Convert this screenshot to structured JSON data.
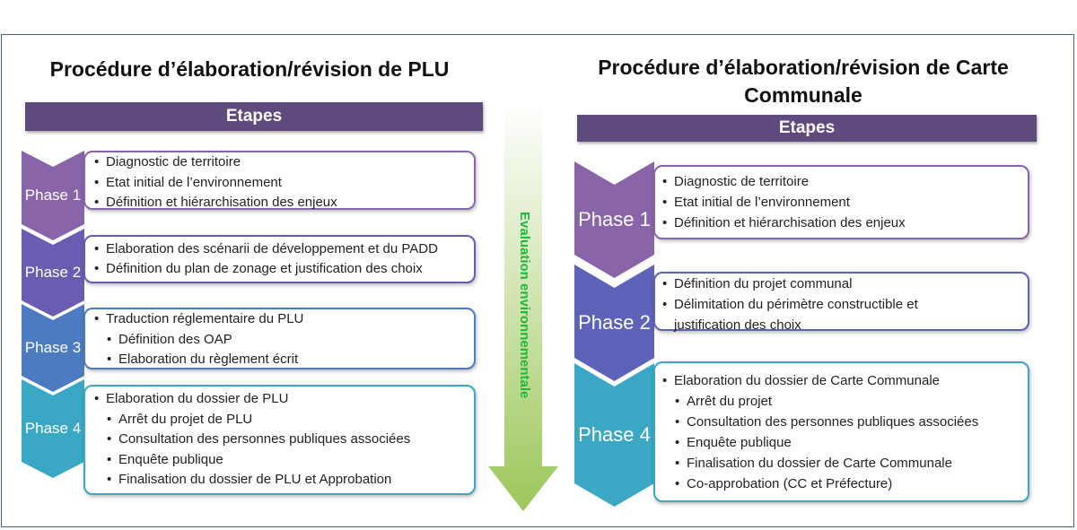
{
  "left": {
    "title": "Procédure d’élaboration/révision de PLU",
    "etapes_label": "Etapes",
    "phases": [
      {
        "label": "Phase 1",
        "color": "#8a64a8",
        "items": [
          {
            "text": "Diagnostic de territoire"
          },
          {
            "text": "Etat initial de l’environnement"
          },
          {
            "text": "Définition et hiérarchisation des enjeux"
          }
        ]
      },
      {
        "label": "Phase 2",
        "color": "#6a5cb0",
        "items": [
          {
            "text": "Elaboration des scénarii de développement et du PADD"
          },
          {
            "text": "Définition du plan de zonage et justification des choix"
          }
        ]
      },
      {
        "label": "Phase 3",
        "color": "#4c7bc2",
        "items": [
          {
            "text": "Traduction réglementaire du PLU"
          },
          {
            "text": "Définition des OAP",
            "sub": true
          },
          {
            "text": "Elaboration du règlement écrit",
            "sub": true
          }
        ]
      },
      {
        "label": "Phase 4",
        "color": "#3aa8c4",
        "items": [
          {
            "text": "Elaboration du dossier de PLU"
          },
          {
            "text": "Arrêt du projet de PLU",
            "sub": true
          },
          {
            "text": "Consultation des personnes publiques associées",
            "sub": true
          },
          {
            "text": "Enquête publique",
            "sub": true
          },
          {
            "text": "Finalisation du dossier de PLU et Approbation",
            "sub": true
          }
        ]
      }
    ]
  },
  "middle": {
    "label": "Evaluation environnementale",
    "label_color": "#1fb83b",
    "arrow_color": "#9cc75a"
  },
  "right": {
    "title_line1": "Procédure d’élaboration/révision de Carte",
    "title_line2": "Communale",
    "etapes_label": "Etapes",
    "phases": [
      {
        "label": "Phase 1",
        "color": "#8a64a8",
        "items": [
          {
            "text": "Diagnostic de territoire"
          },
          {
            "text": "Etat initial de l’environnement"
          },
          {
            "text": "Définition et hiérarchisation des enjeux"
          }
        ]
      },
      {
        "label": "Phase 2",
        "color": "#5e62b8",
        "items": [
          {
            "text": "Définition du projet communal"
          },
          {
            "text": "Délimitation du périmètre constructible et"
          },
          {
            "text": "justification des choix",
            "cont": true
          }
        ]
      },
      {
        "label": "Phase 4",
        "color": "#3aa8c4",
        "items": [
          {
            "text": "Elaboration du dossier de Carte Communale"
          },
          {
            "text": "Arrêt du projet",
            "sub": true
          },
          {
            "text": "Consultation des personnes publiques associées",
            "sub": true
          },
          {
            "text": "Enquête publique",
            "sub": true
          },
          {
            "text": "Finalisation du dossier de Carte Communale",
            "sub": true
          },
          {
            "text": "Co-approbation (CC et Préfecture)",
            "sub": true
          }
        ]
      }
    ]
  }
}
